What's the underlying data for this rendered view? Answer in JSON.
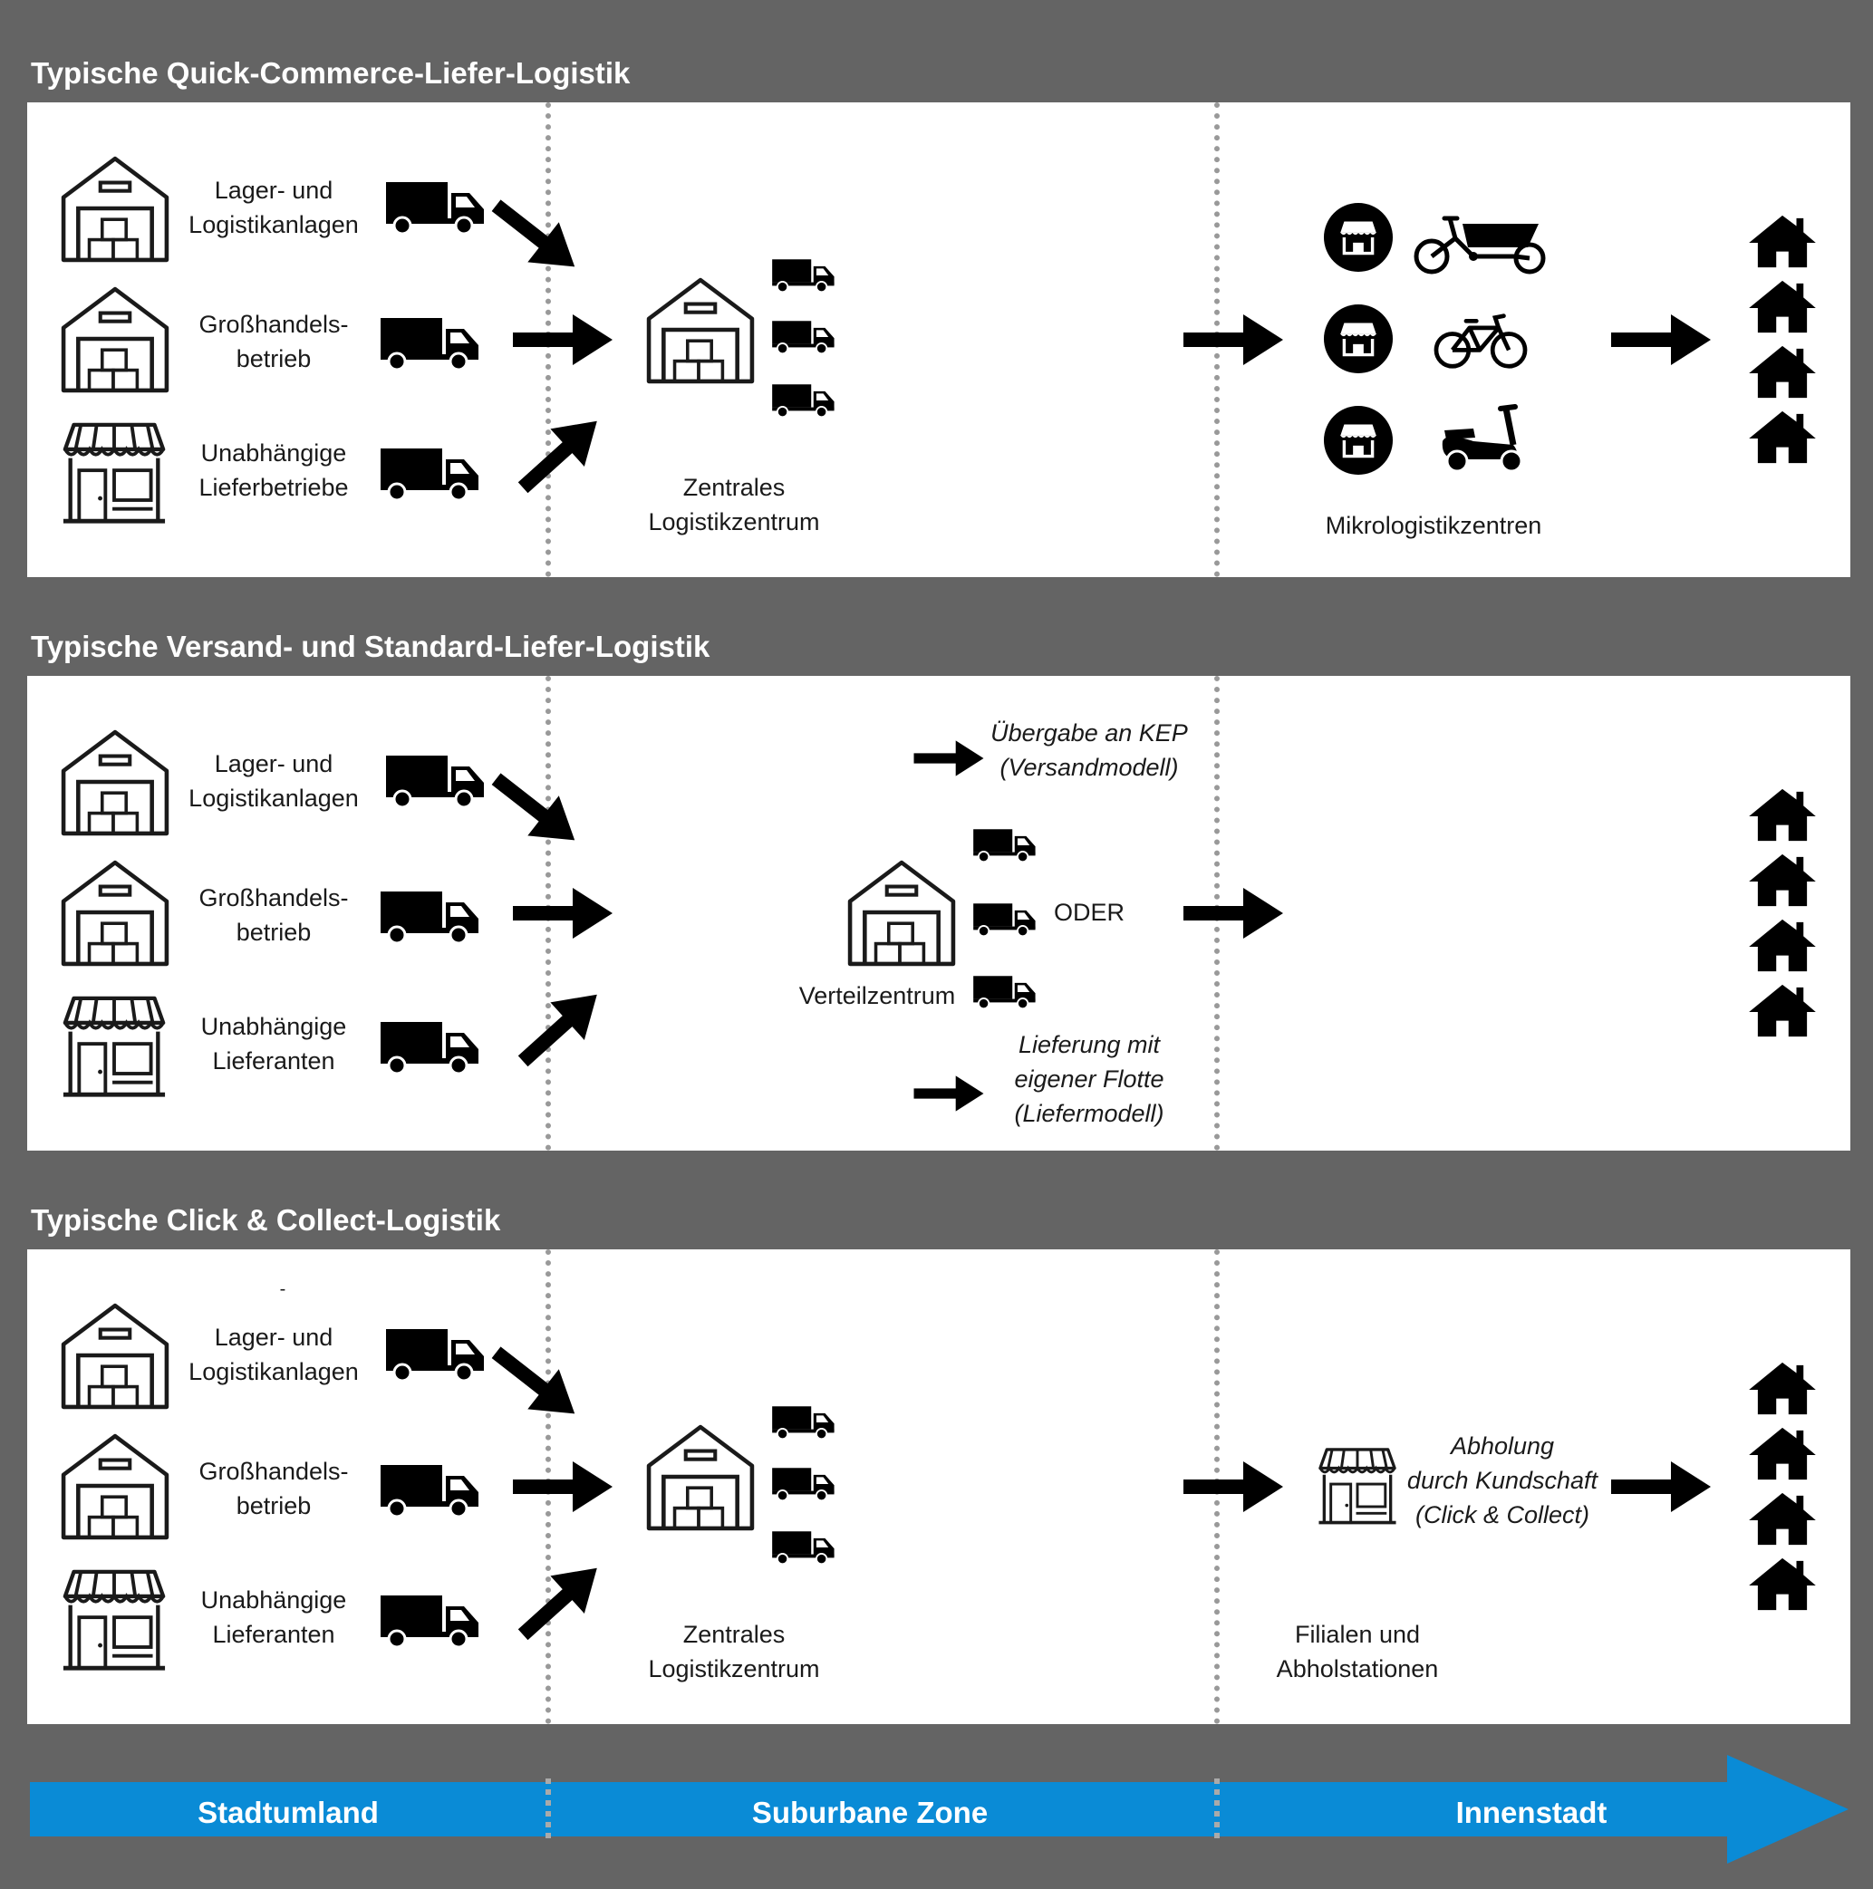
{
  "sections": [
    {
      "title": "Typische Quick-Commerce-Liefer-Logistik",
      "sources": [
        "Lager- und Logistikanlagen",
        "Großhandels-betrieb",
        "Unabhängige Lieferbetriebe"
      ],
      "sources_lines": [
        [
          "Lager- und",
          "Logistikanlagen"
        ],
        [
          "Großhandels-",
          "betrieb"
        ],
        [
          "Unabhängige",
          "Lieferbetriebe"
        ]
      ],
      "center_lines": [
        "Zentrales",
        "Logistikzentrum"
      ],
      "right_lines": [
        "Mikrologistikzentren"
      ]
    },
    {
      "title": "Typische Versand- und Standard-Liefer-Logistik",
      "sources_lines": [
        [
          "Lager- und",
          "Logistikanlagen"
        ],
        [
          "Großhandels-",
          "betrieb"
        ],
        [
          "Unabhängige",
          "Lieferanten"
        ]
      ],
      "center_label": "Verteilzentrum",
      "option_kep_lines": [
        "Übergabe an KEP",
        "(Versandmodell)"
      ],
      "oder": "ODER",
      "option_fleet_lines": [
        "Lieferung mit",
        "eigener Flotte",
        "(Liefermodell)"
      ]
    },
    {
      "title": "Typische Click & Collect-Logistik",
      "stray_mark": "-",
      "sources_lines": [
        [
          "Lager- und",
          "Logistikanlagen"
        ],
        [
          "Großhandels-",
          "betrieb"
        ],
        [
          "Unabhängige",
          "Lieferanten"
        ]
      ],
      "center_lines": [
        "Zentrales",
        "Logistikzentrum"
      ],
      "pickup_lines": [
        "Abholung",
        "durch Kundschaft",
        "(Click & Collect)"
      ],
      "store_lines": [
        "Filialen und",
        "Abholstationen"
      ]
    }
  ],
  "zones": [
    "Stadtumland",
    "Suburbane Zone",
    "Innenstadt"
  ],
  "icons": [
    "warehouse-icon",
    "shop-icon",
    "truck-icon",
    "arrow-icon",
    "house-icon",
    "micro-hub-icon",
    "cargo-bike-icon",
    "bicycle-icon",
    "scooter-icon"
  ],
  "colors": {
    "background": "#646464",
    "panel": "#ffffff",
    "zone_bar": "#0a8bd6",
    "icon": "#000000"
  }
}
